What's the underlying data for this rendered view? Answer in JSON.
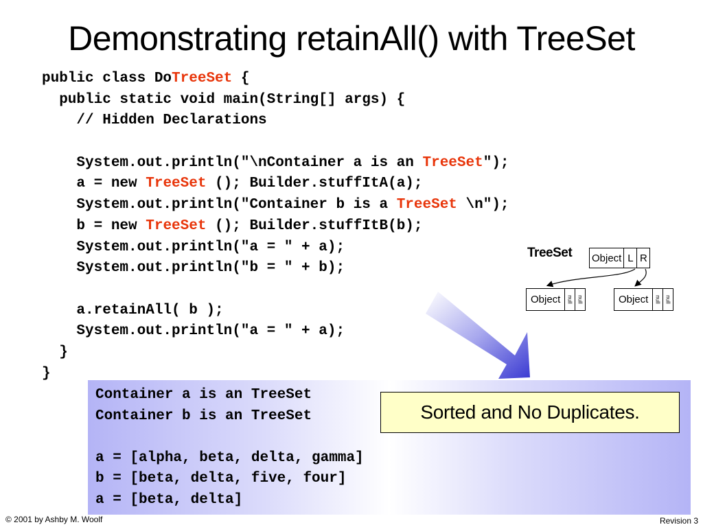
{
  "slide": {
    "title": "Demonstrating retainAll() with TreeSet"
  },
  "code": {
    "lines": [
      [
        {
          "t": "public class Do"
        },
        {
          "t": "TreeSet",
          "hl": true
        },
        {
          "t": " {"
        }
      ],
      [
        {
          "t": "  public static void main(String[] args) {"
        }
      ],
      [
        {
          "t": "    // Hidden Declarations"
        }
      ],
      [
        {
          "t": ""
        }
      ],
      [
        {
          "t": "    System.out.println(\"\\nContainer a is an "
        },
        {
          "t": "TreeSet",
          "hl": true
        },
        {
          "t": "\");"
        }
      ],
      [
        {
          "t": "    a = new "
        },
        {
          "t": "TreeSet",
          "hl": true
        },
        {
          "t": " (); Builder.stuffItA(a);"
        }
      ],
      [
        {
          "t": "    System.out.println(\"Container b is a "
        },
        {
          "t": "TreeSet",
          "hl": true
        },
        {
          "t": " \\n\");"
        }
      ],
      [
        {
          "t": "    b = new "
        },
        {
          "t": "TreeSet",
          "hl": true
        },
        {
          "t": " (); Builder.stuffItB(b);"
        }
      ],
      [
        {
          "t": "    System.out.println(\"a = \" + a);"
        }
      ],
      [
        {
          "t": "    System.out.println(\"b = \" + b);"
        }
      ],
      [
        {
          "t": ""
        }
      ],
      [
        {
          "t": "    a.retainAll( b );"
        }
      ],
      [
        {
          "t": "    System.out.println(\"a = \" + a);"
        }
      ],
      [
        {
          "t": "  }"
        }
      ],
      [
        {
          "t": "}"
        }
      ]
    ]
  },
  "diagram": {
    "label": "TreeSet",
    "root": {
      "object": "Object",
      "left": "L",
      "right": "R"
    },
    "left_child": {
      "object": "Object",
      "null1": "null",
      "null2": "null"
    },
    "right_child": {
      "object": "Object",
      "null1": "null",
      "null2": "null"
    }
  },
  "output": {
    "lines": [
      "Container a is an TreeSet",
      "Container b is an TreeSet",
      "",
      "a = [alpha, beta, delta, gamma]",
      "b = [beta, delta, five, four]",
      "a = [beta, delta]"
    ]
  },
  "callout": {
    "text": "Sorted and No Duplicates."
  },
  "footer": {
    "copyright": "© 2001 by Ashby M. Woolf",
    "revision": "Revision 3"
  },
  "colors": {
    "highlight": "#e8350a",
    "arrow": "#4a4ad8",
    "callout_bg": "#ffffc8",
    "output_bg": "#b4b4f6"
  }
}
